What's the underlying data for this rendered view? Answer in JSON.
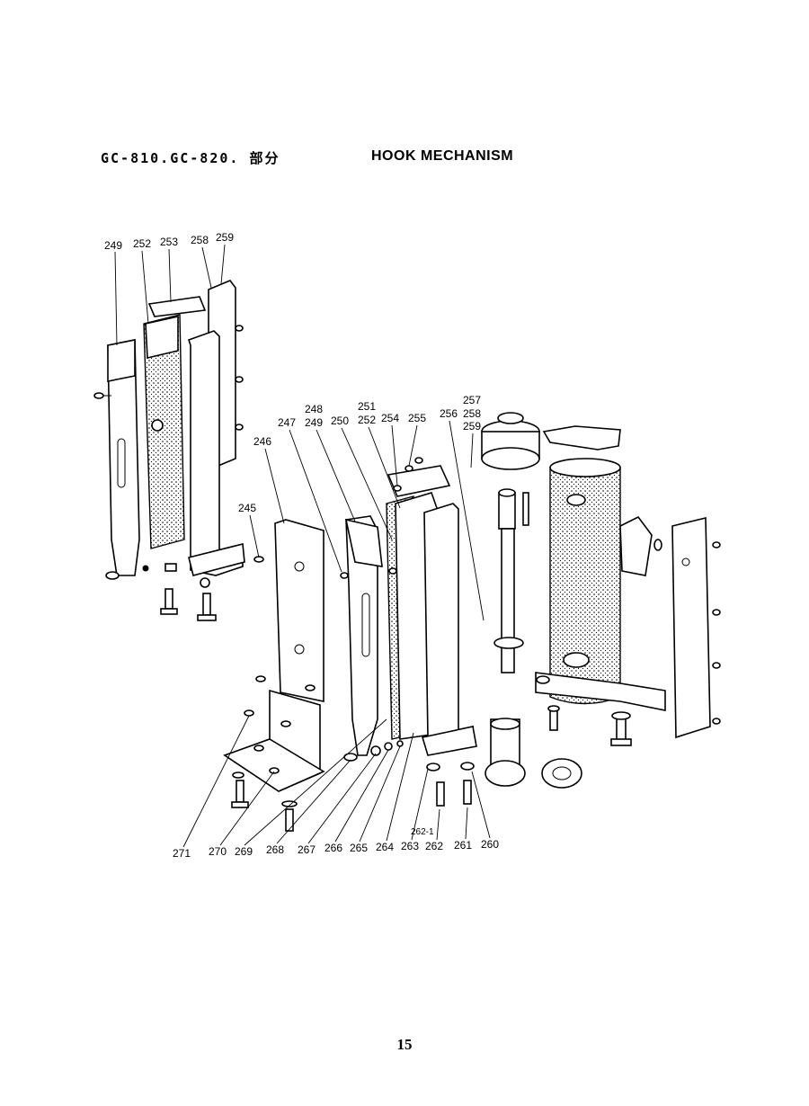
{
  "header": {
    "model": "GC-810.GC-820. 部分",
    "title": "HOOK MECHANISM"
  },
  "diagram": {
    "callouts_top_left": [
      "249",
      "252",
      "253",
      "258",
      "259"
    ],
    "callouts_center": {
      "c245": "245",
      "c246": "246",
      "c247": "247",
      "c248": "248",
      "c249": "249",
      "c250": "250",
      "c251": "251",
      "c252": "252",
      "c254": "254",
      "c255": "255",
      "c256": "256",
      "c257": "257",
      "c258": "258",
      "c259": "259"
    },
    "callouts_bottom": {
      "c271": "271",
      "c270": "270",
      "c269": "269",
      "c268": "268",
      "c267": "267",
      "c266": "266",
      "c265": "265",
      "c264": "264",
      "c263": "263",
      "c262_1": "262-1",
      "c262": "262",
      "c261": "261",
      "c260": "260"
    }
  },
  "page_number": "15"
}
